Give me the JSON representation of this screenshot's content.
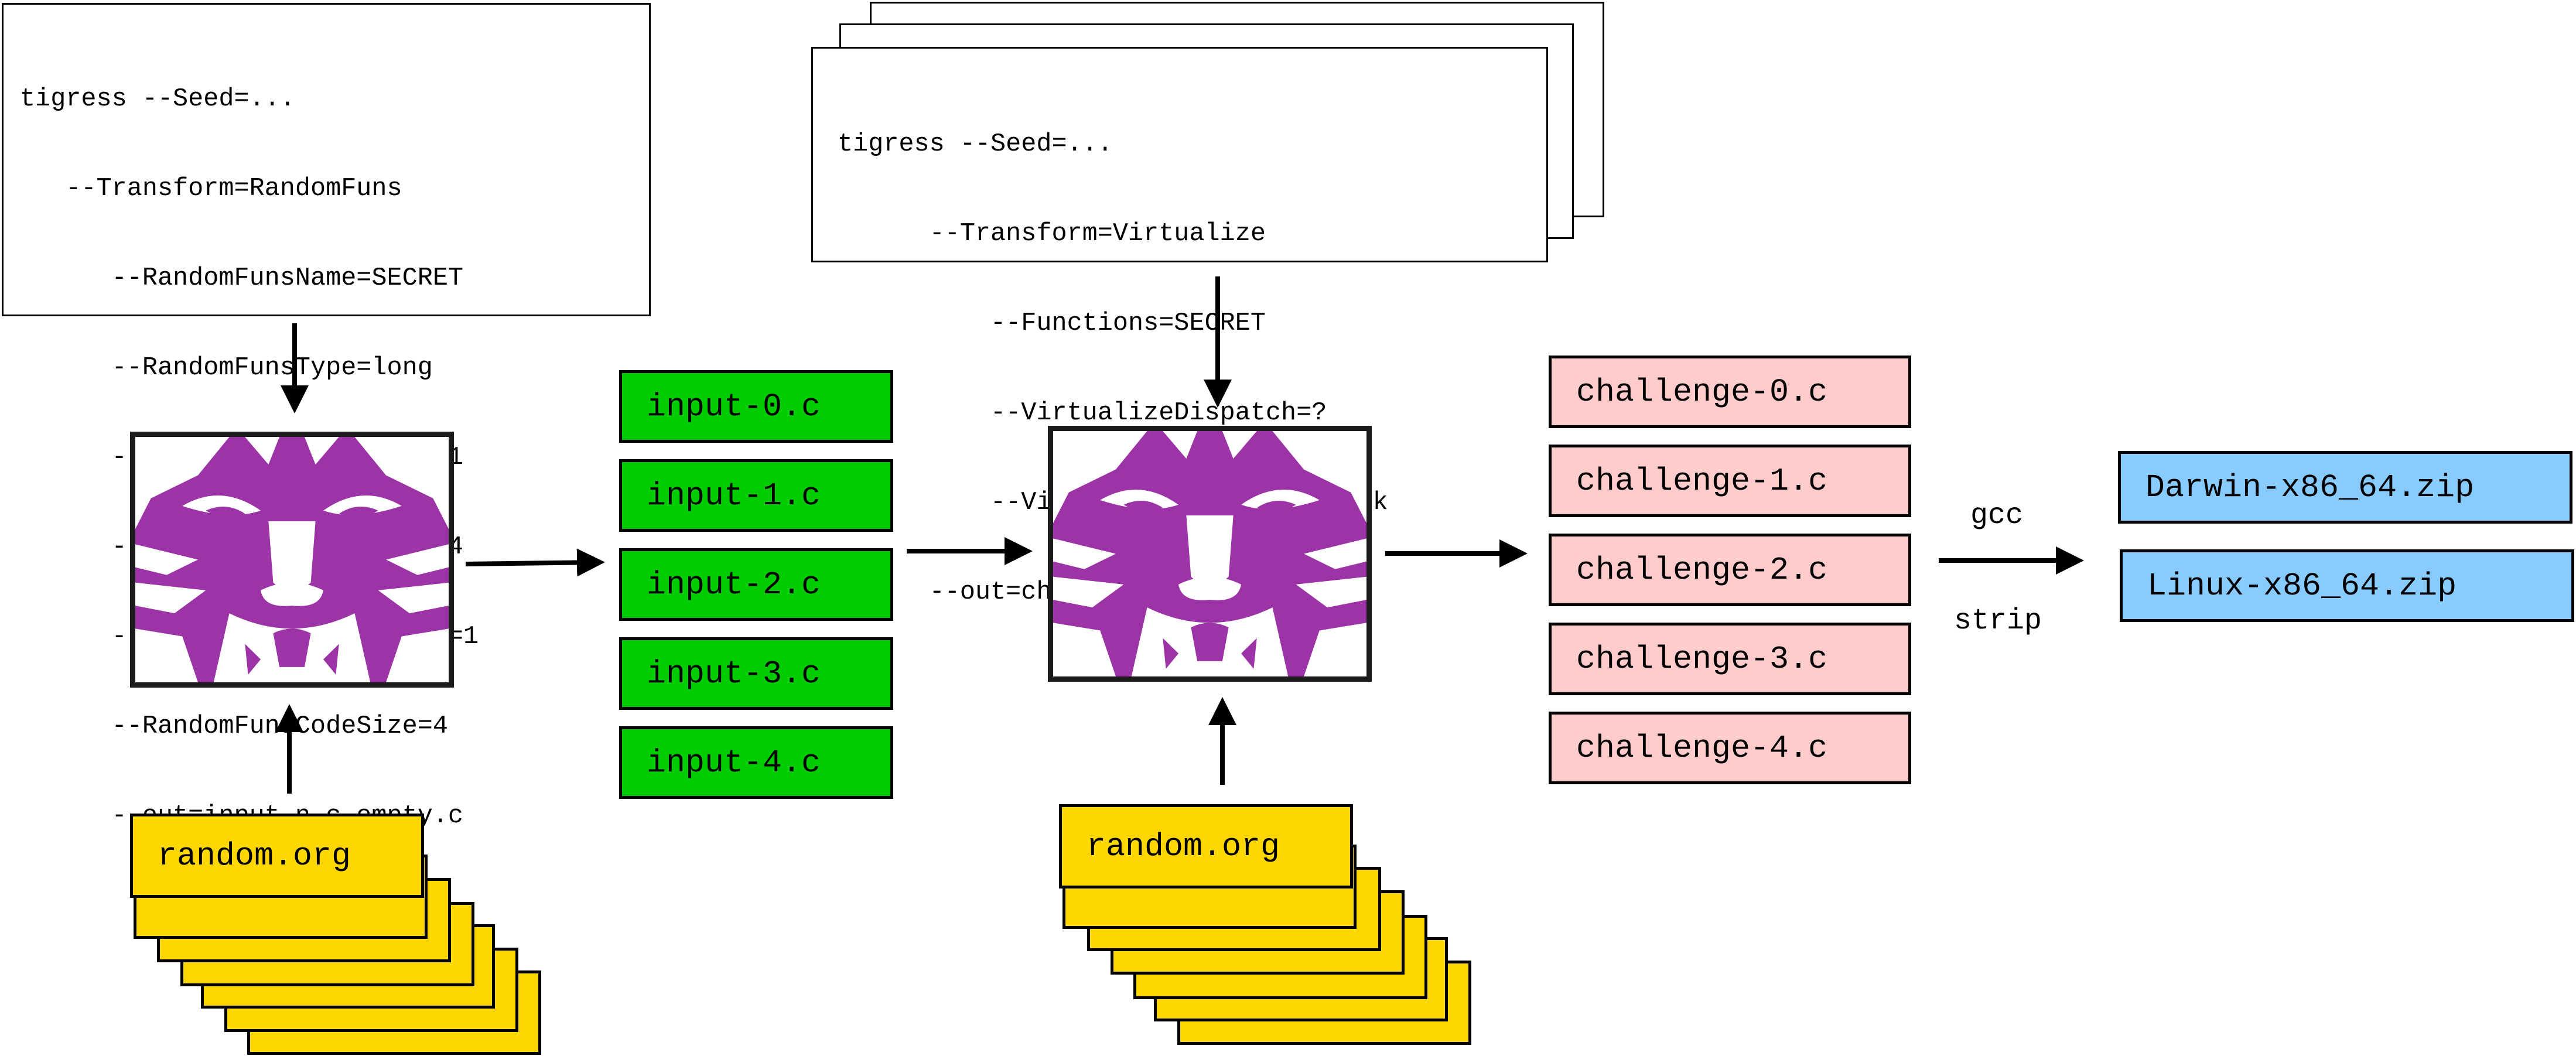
{
  "tigress_cmd_1": {
    "lines": [
      "tigress --Seed=...",
      "   --Transform=RandomFuns",
      "      --RandomFunsName=SECRET",
      "      --RandomFunsType=long",
      "      --RandomFunsInputSize=1",
      "      --RandomFunsStateSize=4",
      "      --RandomFunsOutputSize=1",
      "      --RandomFunsCodeSize=4",
      "      --out=input-n.c empty.c"
    ]
  },
  "tigress_cmd_2": {
    "lines": [
      "tigress --Seed=...",
      "      --Transform=Virtualize",
      "          --Functions=SECRET",
      "          --VirtualizeDispatch=?",
      "          --VirtualizeOperands=stack",
      "      --out=challenge-n.c input-n.c"
    ]
  },
  "random_source_1": {
    "label": "random.org"
  },
  "random_source_2": {
    "label": "random.org"
  },
  "input_files": [
    "input-0.c",
    "input-1.c",
    "input-2.c",
    "input-3.c",
    "input-4.c"
  ],
  "challenge_files": [
    "challenge-0.c",
    "challenge-1.c",
    "challenge-2.c",
    "challenge-3.c",
    "challenge-4.c"
  ],
  "build_step": {
    "top_label": "gcc",
    "bottom_label": "strip"
  },
  "output_archives": [
    "Darwin-x86_64.zip",
    "Linux-x86_64.zip"
  ],
  "colors": {
    "input_file": "#00cc00",
    "challenge_file": "#ffcccc",
    "archive": "#88ccff",
    "random_source": "#ffd700",
    "tiger_logo": "#9c33a6"
  },
  "icons": {
    "tiger_logo": "tigress-tiger-logo"
  }
}
